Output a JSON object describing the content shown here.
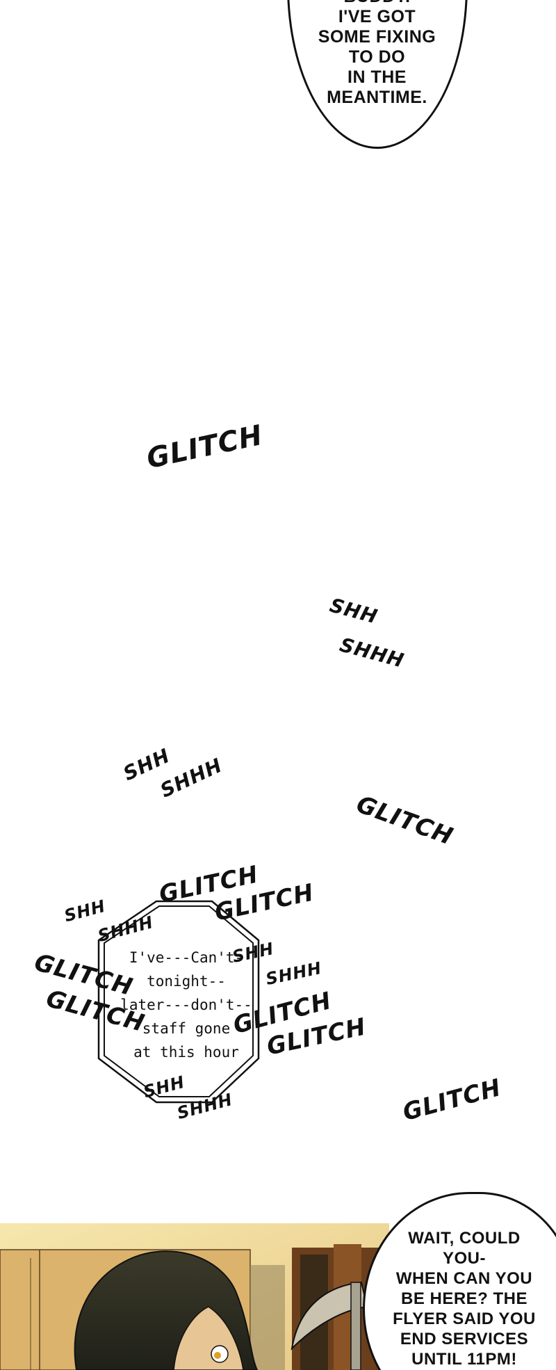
{
  "top_bubble": {
    "lines": [
      "BUDDY.",
      "I'VE GOT",
      "SOME FIXING",
      "TO DO",
      "IN THE",
      "MEANTIME."
    ]
  },
  "sfx": {
    "glitch": "GLITCH",
    "shh": "SHH",
    "shhh": "SHHH"
  },
  "glitch_bubble": {
    "lines": [
      "I've---Can't-",
      "tonight--",
      "later---don't--",
      "staff gone",
      "at this hour"
    ]
  },
  "bottom_bubble": {
    "lines": [
      "WAIT, COULD",
      "YOU-",
      "WHEN CAN YOU",
      "BE HERE? THE",
      "FLYER SAID YOU",
      "END SERVICES",
      "UNTIL 11PM!"
    ]
  }
}
